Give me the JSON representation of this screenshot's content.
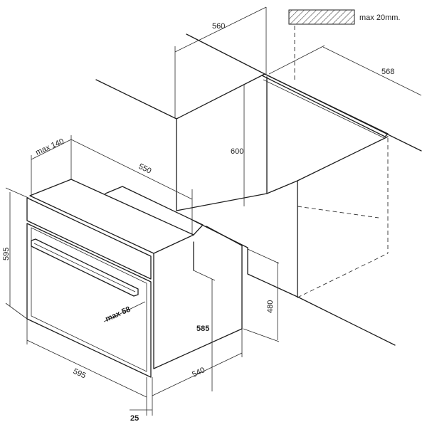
{
  "labels": {
    "max_gap": "max 20mm.",
    "niche_width": "560",
    "niche_depth": "568",
    "niche_height": "600",
    "max_140": "max 140",
    "oven_depth": "550",
    "oven_height": "595",
    "oven_width": "595",
    "max_58": "max 58",
    "body_height": "585",
    "body_width": "540",
    "niche_bottom": "480",
    "front_thickness": "25"
  }
}
